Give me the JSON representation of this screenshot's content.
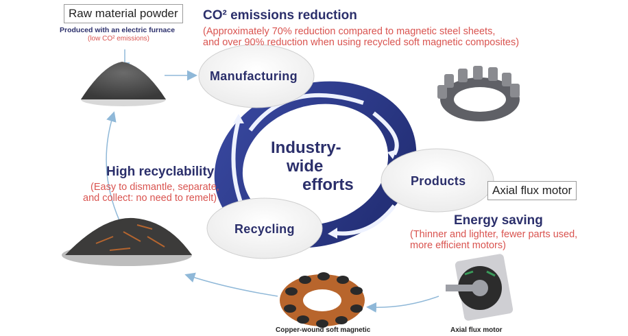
{
  "labels": {
    "raw_material": "Raw material powder",
    "furnace_line1": "Produced with an electric furnace",
    "furnace_line2": "(low CO² emissions)",
    "axial_box": "Axial flux motor",
    "axial_caption": "Axial flux motor",
    "copper_caption": "Copper-wound soft magnetic"
  },
  "co2": {
    "title": "CO² emissions reduction",
    "line1": "(Approximately 70% reduction compared to magnetic steel sheets,",
    "line2": "and over 90% reduction when using recycled soft magnetic composites)"
  },
  "recyclability": {
    "title": "High recyclability",
    "line1": "(Easy to dismantle, separate,",
    "line2": "and collect: no need to remelt)"
  },
  "energy": {
    "title": "Energy saving",
    "line1": "(Thinner and lighter, fewer parts used,",
    "line2": "more efficient motors)"
  },
  "cycle": {
    "manufacturing": "Manufacturing",
    "products": "Products",
    "recycling": "Recycling",
    "center_line1": "Industry-",
    "center_line2": "wide",
    "center_line3": "efforts"
  },
  "colors": {
    "navy": "#2b2f6b",
    "ring": "#2e3a8c",
    "red_text": "#d9534f",
    "arrow_light": "#8fb8d8"
  }
}
